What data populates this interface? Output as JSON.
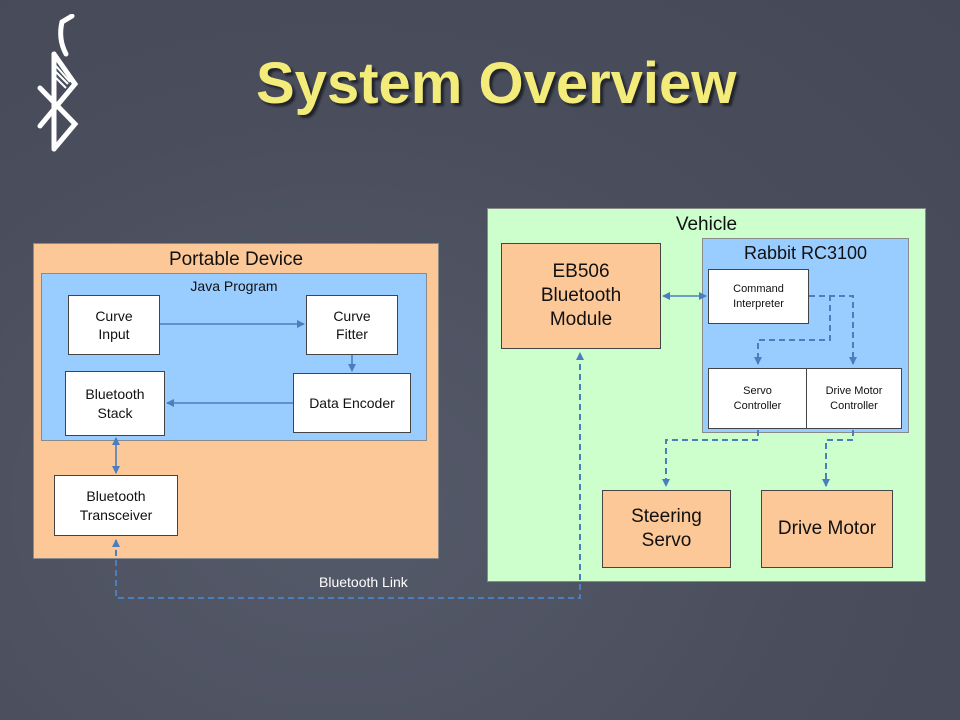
{
  "slide": {
    "title": "System Overview",
    "bluetooth_logo": "bluetooth-rune-icon"
  },
  "portable_device": {
    "title": "Portable Device",
    "java_program": {
      "title": "Java Program",
      "curve_input": "Curve\nInput",
      "curve_fitter": "Curve\nFitter",
      "bluetooth_stack": "Bluetooth\nStack",
      "data_encoder": "Data Encoder"
    },
    "bluetooth_transceiver": "Bluetooth\nTransceiver"
  },
  "vehicle": {
    "title": "Vehicle",
    "eb506": "EB506\nBluetooth\nModule",
    "rabbit": {
      "title": "Rabbit RC3100",
      "command_interpreter": "Command\nInterpreter",
      "servo_controller": "Servo\nController",
      "drive_motor_controller": "Drive Motor\nController"
    },
    "steering_servo": "Steering\nServo",
    "drive_motor": "Drive Motor"
  },
  "link_label": "Bluetooth Link",
  "colors": {
    "background": "#4d5160",
    "title": "#f3ec7a",
    "orange": "#fcc898",
    "blue": "#99ccff",
    "green": "#ccffcc",
    "arrow": "#4a7ebf"
  }
}
